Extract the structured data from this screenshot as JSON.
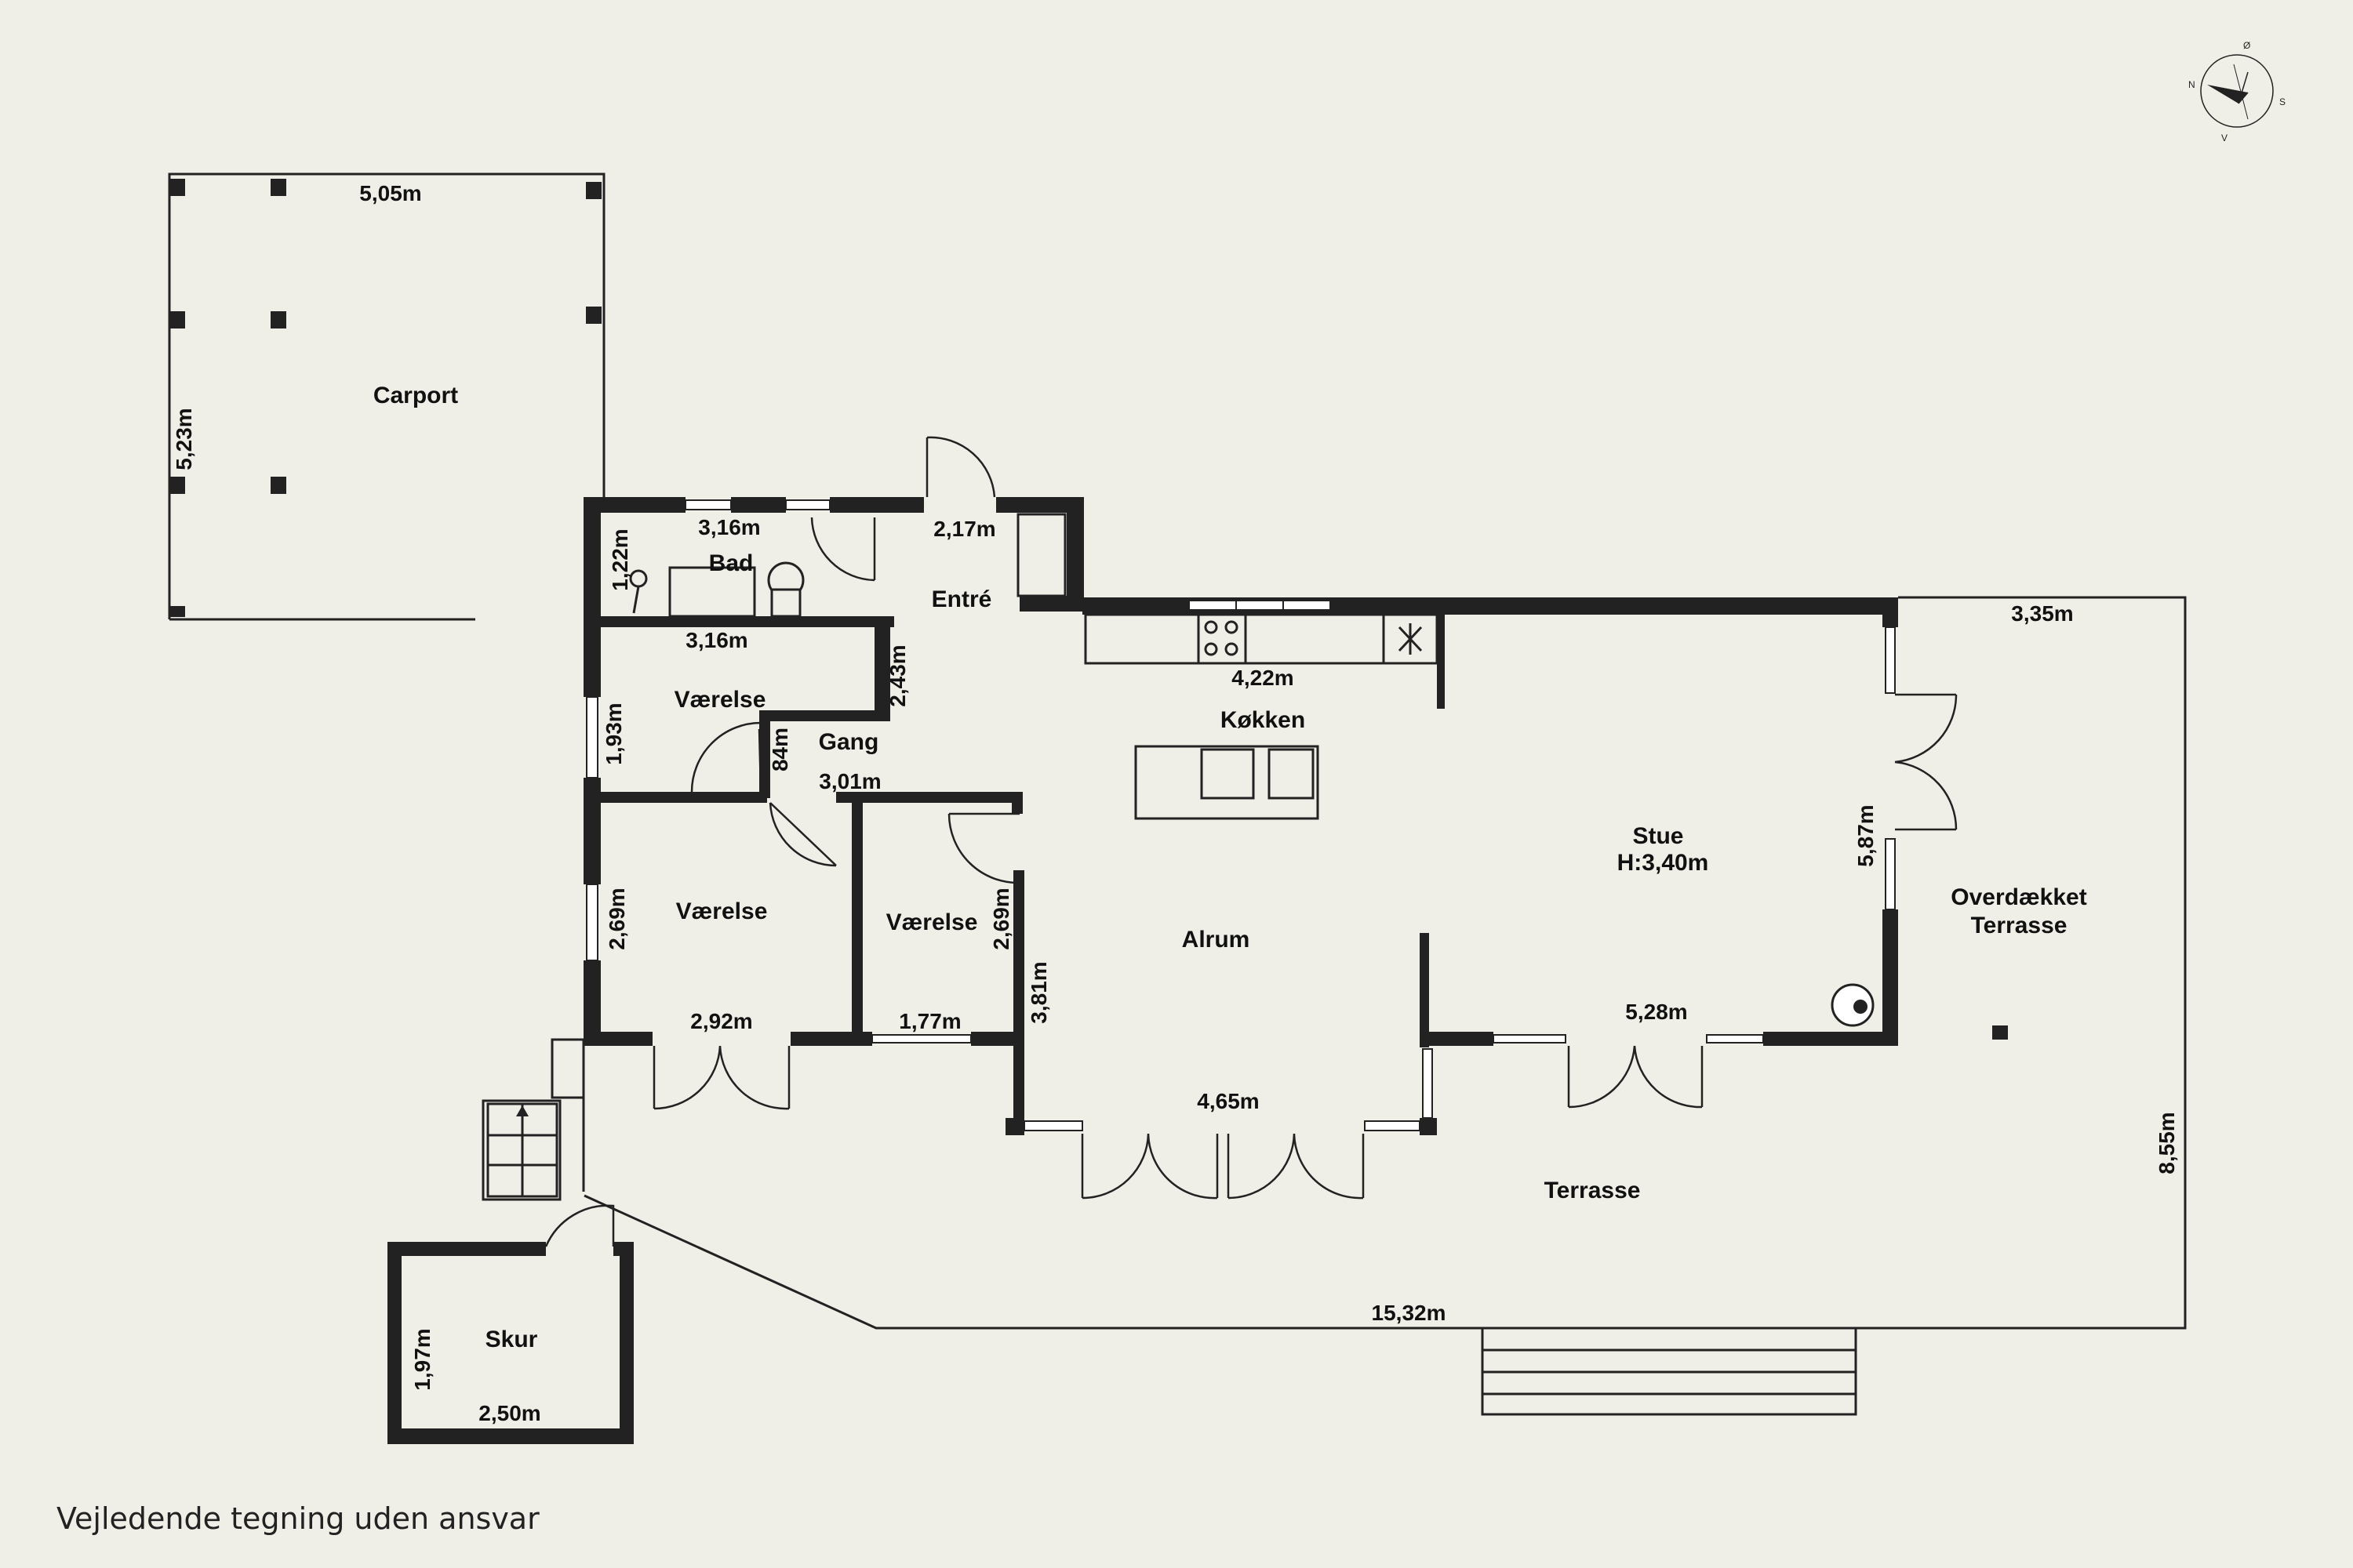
{
  "rooms": {
    "carport": "Carport",
    "bad": "Bad",
    "entre": "Entré",
    "vaerelse_1": "Værelse",
    "gang": "Gang",
    "vaerelse_2": "Værelse",
    "vaerelse_3": "Værelse",
    "kokken": "Køkken",
    "alrum": "Alrum",
    "stue": "Stue",
    "stue_height": "H:3,40m",
    "overdaekket_1": "Overdækket",
    "overdaekket_2": "Terrasse",
    "terrasse": "Terrasse",
    "skur": "Skur"
  },
  "dimensions": {
    "carport_width": "5,05m",
    "carport_depth": "5,23m",
    "bad_width_top": "3,16m",
    "bad_depth": "1,22m",
    "bad_width_bottom": "3,16m",
    "entre_width": "2,17m",
    "gang_length": "2,43m",
    "vaerelse_1_depth": "1,93m",
    "gang_width": "84m",
    "gang_span": "3,01m",
    "kitchen_width": "4,22m",
    "vaerelse_2_depth": "2,69m",
    "vaerelse_3_depth": "2,69m",
    "vaerelse_2_width": "2,92m",
    "vaerelse_3_width": "1,77m",
    "alrum_depth": "3,81m",
    "alrum_width": "4,65m",
    "stue_width": "5,28m",
    "stue_depth": "5,87m",
    "overdaekket_width": "3,35m",
    "terrasse_depth": "8,55m",
    "terrasse_width": "15,32m",
    "skur_depth": "1,97m",
    "skur_width": "2,50m"
  },
  "compass": {
    "n": "N",
    "o": "Ø",
    "s": "S",
    "v": "V"
  },
  "footer": "Vejledende tegning uden ansvar"
}
